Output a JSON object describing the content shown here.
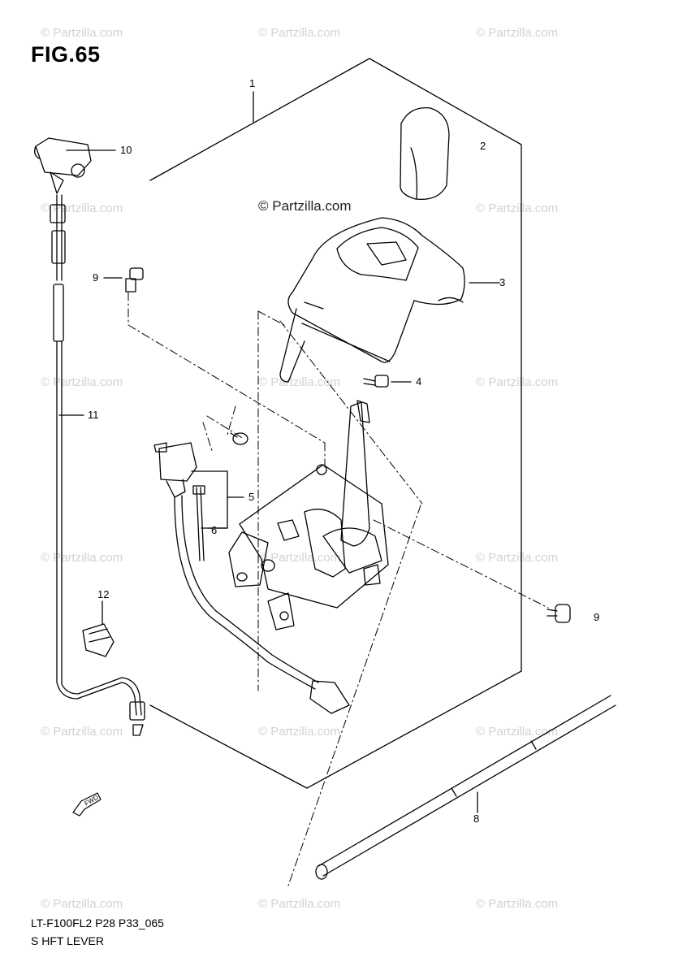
{
  "figure": {
    "title": "FIG.65",
    "code": "LT-F100FL2 P28 P33_065",
    "caption": "S HFT LEVER"
  },
  "watermark": {
    "text": "© Partzilla.com",
    "featured_text": "© Partzilla.com"
  },
  "callouts": [
    "1",
    "2",
    "3",
    "4",
    "5",
    "6",
    "8",
    "9",
    "9",
    "10",
    "11",
    "12"
  ],
  "fwd_label": "FWD"
}
